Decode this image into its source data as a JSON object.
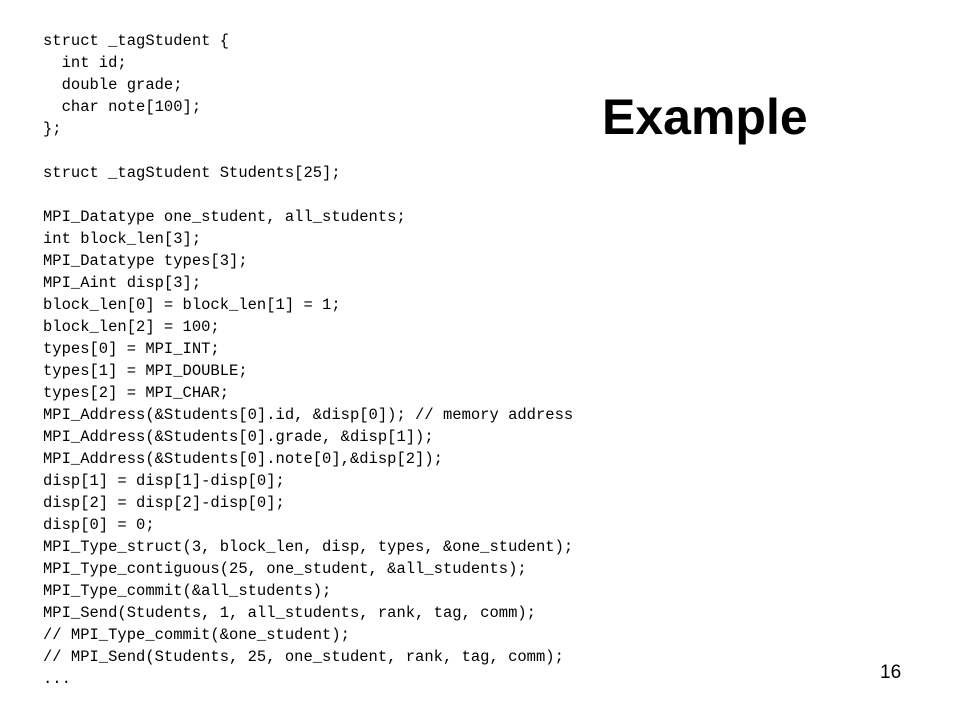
{
  "slide": {
    "title": "Example",
    "page_number": "16",
    "code_lines": [
      "struct _tagStudent {",
      "  int id;",
      "  double grade;",
      "  char note[100];",
      "};",
      "",
      "struct _tagStudent Students[25];",
      "",
      "MPI_Datatype one_student, all_students;",
      "int block_len[3];",
      "MPI_Datatype types[3];",
      "MPI_Aint disp[3];",
      "block_len[0] = block_len[1] = 1;",
      "block_len[2] = 100;",
      "types[0] = MPI_INT;",
      "types[1] = MPI_DOUBLE;",
      "types[2] = MPI_CHAR;",
      "MPI_Address(&Students[0].id, &disp[0]); // memory address",
      "MPI_Address(&Students[0].grade, &disp[1]);",
      "MPI_Address(&Students[0].note[0],&disp[2]);",
      "disp[1] = disp[1]-disp[0];",
      "disp[2] = disp[2]-disp[0];",
      "disp[0] = 0;",
      "MPI_Type_struct(3, block_len, disp, types, &one_student);",
      "MPI_Type_contiguous(25, one_student, &all_students);",
      "MPI_Type_commit(&all_students);",
      "MPI_Send(Students, 1, all_students, rank, tag, comm);",
      "// MPI_Type_commit(&one_student);",
      "// MPI_Send(Students, 25, one_student, rank, tag, comm);",
      "..."
    ]
  }
}
